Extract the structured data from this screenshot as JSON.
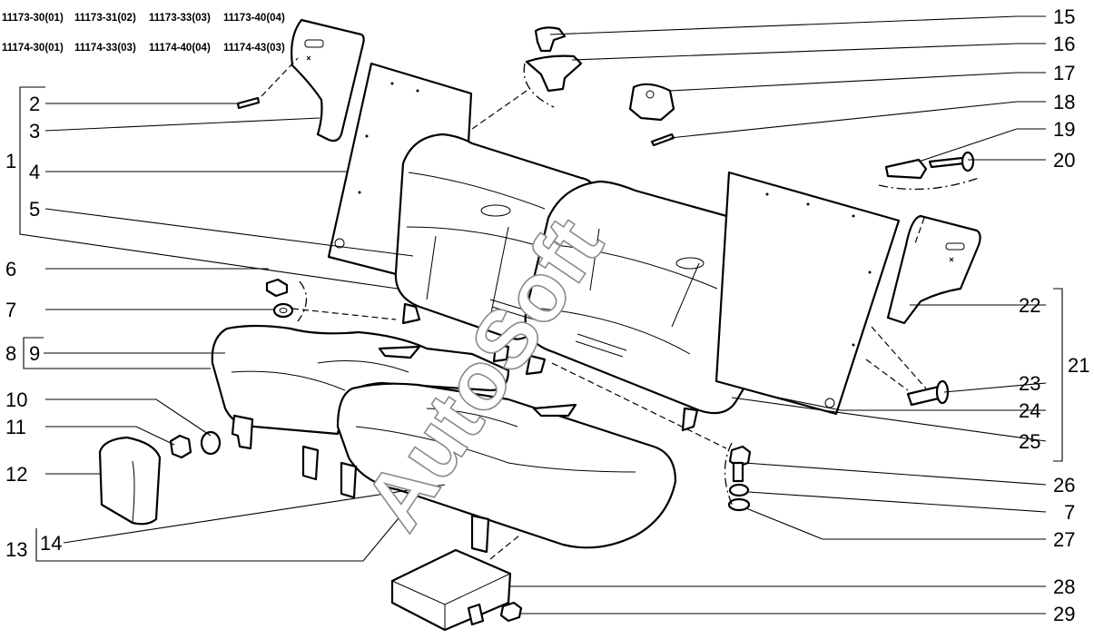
{
  "model_codes": {
    "row1": [
      "11173-30(01)",
      "11173-31(02)",
      "11173-33(03)",
      "11173-40(04)"
    ],
    "row2": [
      "11174-30(01)",
      "11174-33(03)",
      "11174-40(04)",
      "11174-43(03)"
    ]
  },
  "watermark": "AutoSoft",
  "callouts": {
    "n1": "1",
    "n2": "2",
    "n3": "3",
    "n4": "4",
    "n5": "5",
    "n6": "6",
    "n7a": "7",
    "n8": "8",
    "n9": "9",
    "n10": "10",
    "n11": "11",
    "n12": "12",
    "n13": "13",
    "n14": "14",
    "n15": "15",
    "n16": "16",
    "n17": "17",
    "n18": "18",
    "n19": "19",
    "n20": "20",
    "n21": "21",
    "n22": "22",
    "n23": "23",
    "n24": "24",
    "n25": "25",
    "n26": "26",
    "n7b": "7",
    "n27": "27",
    "n28": "28",
    "n29": "29"
  }
}
